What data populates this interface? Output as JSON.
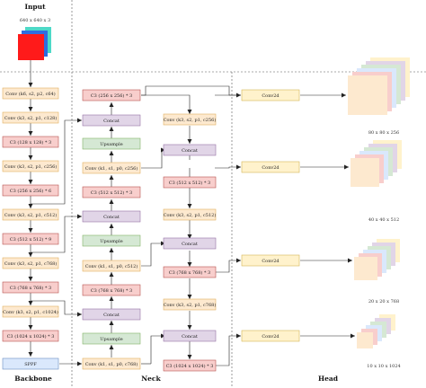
{
  "sections": {
    "input": "Input",
    "backbone": "Backbone",
    "neck": "Neck",
    "head": "Head"
  },
  "input_caption": "640 x 640 x 3",
  "backbone": [
    "Conv (k6, s2, p2, c64)",
    "Conv (k3, s2, p1, c128)",
    "C3 (128 x 128) * 3",
    "Conv (k3, s2, p1, c256)",
    "C3 (256 x 256) * 6",
    "Conv (k3, s2, p1, c512)",
    "C3 (512 x 512) * 9",
    "Conv (k3, s2, p1, c768)",
    "C3 (768 x 768) * 3",
    "Conv (k3, s2, p1, c1024)",
    "C3 (1024 x 1024) * 3",
    "SPPF"
  ],
  "neck_col1": [
    "C3 (256 x 256) * 3",
    "Concat",
    "Upsample",
    "Conv (k1, s1, p0, c256)",
    "C3 (512 x 512) * 3",
    "Concat",
    "Upsample",
    "Conv (k1, s1, p0, c512)",
    "C3 (768 x 768) * 3",
    "Concat",
    "Upsample",
    "Conv (k1, s1, p0, c768)"
  ],
  "neck_col2": [
    "Conv (k3, s2, p1, c256)",
    "Concat",
    "C3 (512 x 512) * 3",
    "Conv (k3, s2, p1, c512)",
    "Concat",
    "C3 (768 x 768) * 3",
    "Conv (k3, s2, p1, c768)",
    "Concat",
    "C3 (1024 x 1024) * 3"
  ],
  "head": [
    {
      "label": "Conv2d",
      "caption": "80 x 80 x 256"
    },
    {
      "label": "Conv2d",
      "caption": "40 x 40 x 512"
    },
    {
      "label": "Conv2d",
      "caption": "20 x 20 x 768"
    },
    {
      "label": "Conv2d",
      "caption": "10 x 10 x 1024"
    }
  ],
  "colors": {
    "conv_fill": "#fde9cf",
    "conv_stroke": "#e0b060",
    "c3_fill": "#f8cecc",
    "c3_stroke": "#b85450",
    "concat_fill": "#e1d5e7",
    "concat_stroke": "#9673a6",
    "upsample_fill": "#d5e8d4",
    "upsample_stroke": "#82b366",
    "sppf_fill": "#dae8fc",
    "sppf_stroke": "#6c8ebf",
    "conv2d_fill": "#fff2cc",
    "conv2d_stroke": "#d6b656"
  }
}
